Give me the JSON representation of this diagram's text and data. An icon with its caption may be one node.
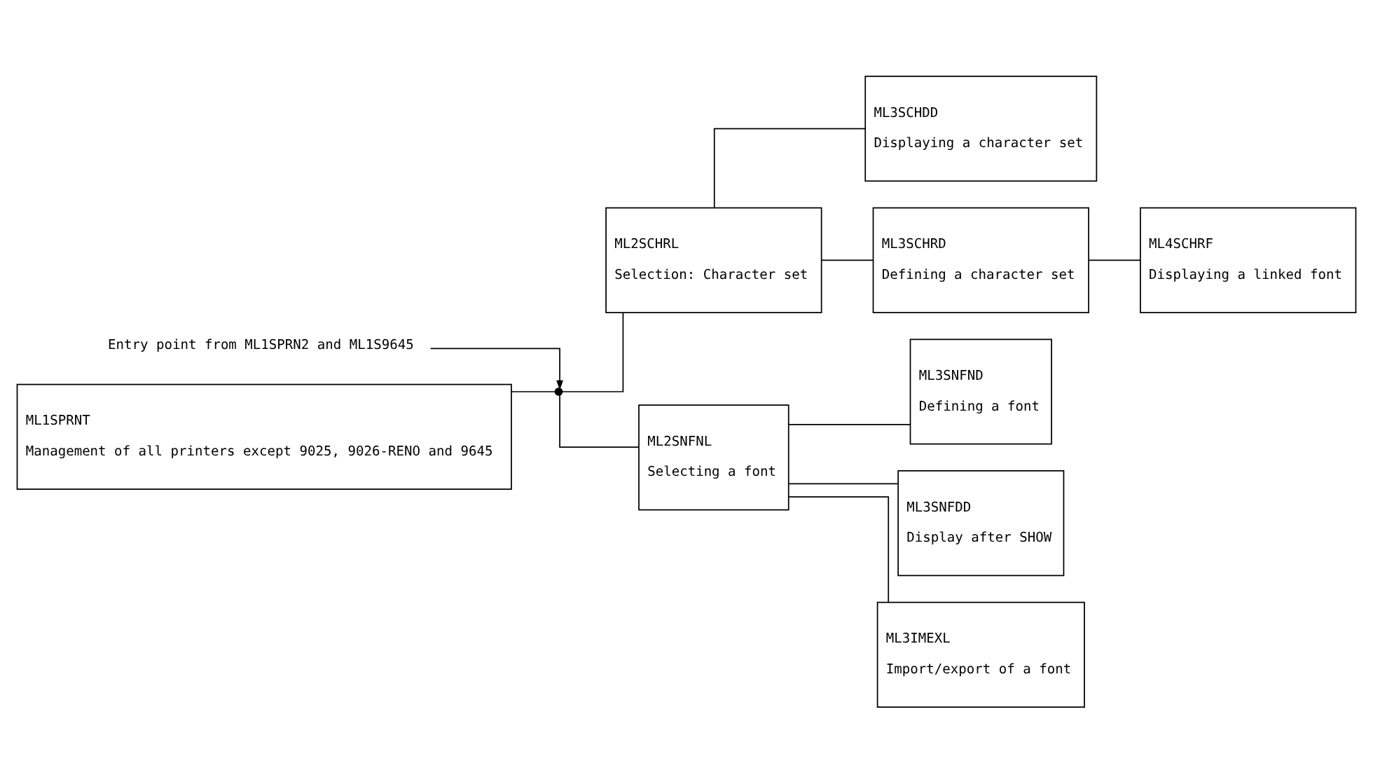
{
  "diagram": {
    "nodes": [
      {
        "text": [
          "Entry point from ML1SPRN2 and ML1S9645"
        ]
      },
      {
        "text": [
          "ML1SPRNT",
          "Management of all printers except 9025, 9026-RENO and 9645"
        ]
      },
      {
        "text": [],
        "shape": "circle"
      },
      {
        "text": [
          "ML2SCHRL",
          "Selection: Character set"
        ]
      },
      {
        "text": [
          "ML2SNFNL",
          "Selecting a font"
        ]
      },
      {
        "text": [
          "ML3SNFND",
          "Defining a font"
        ]
      },
      {
        "text": [
          "ML3SNFDD",
          "Display after SHOW"
        ]
      },
      {
        "text": [
          "ML3IMEXL",
          "Import/export of a font"
        ]
      },
      {
        "text": [
          "ML3SCHDD",
          "Displaying a character set"
        ]
      },
      {
        "text": [
          "ML3SCHRD",
          "Defining a character set"
        ]
      },
      {
        "text": [
          "ML4SCHRF",
          "Displaying a linked font"
        ]
      }
    ],
    "edges": [
      {
        "from": 0,
        "to": 2,
        "arrow": "to"
      },
      {
        "from": 1,
        "to": 2,
        "arrow": "none"
      },
      {
        "from": 2,
        "to": 3,
        "arrow": "none"
      },
      {
        "from": 2,
        "to": 4,
        "arrow": "none"
      },
      {
        "from": 3,
        "to": 8,
        "arrow": "none"
      },
      {
        "from": 3,
        "to": 9,
        "arrow": "none"
      },
      {
        "from": 4,
        "to": 5,
        "arrow": "none"
      },
      {
        "from": 4,
        "to": 6,
        "arrow": "none"
      },
      {
        "from": 4,
        "to": 7,
        "arrow": "none"
      },
      {
        "from": 9,
        "to": 10,
        "arrow": "none"
      }
    ]
  }
}
